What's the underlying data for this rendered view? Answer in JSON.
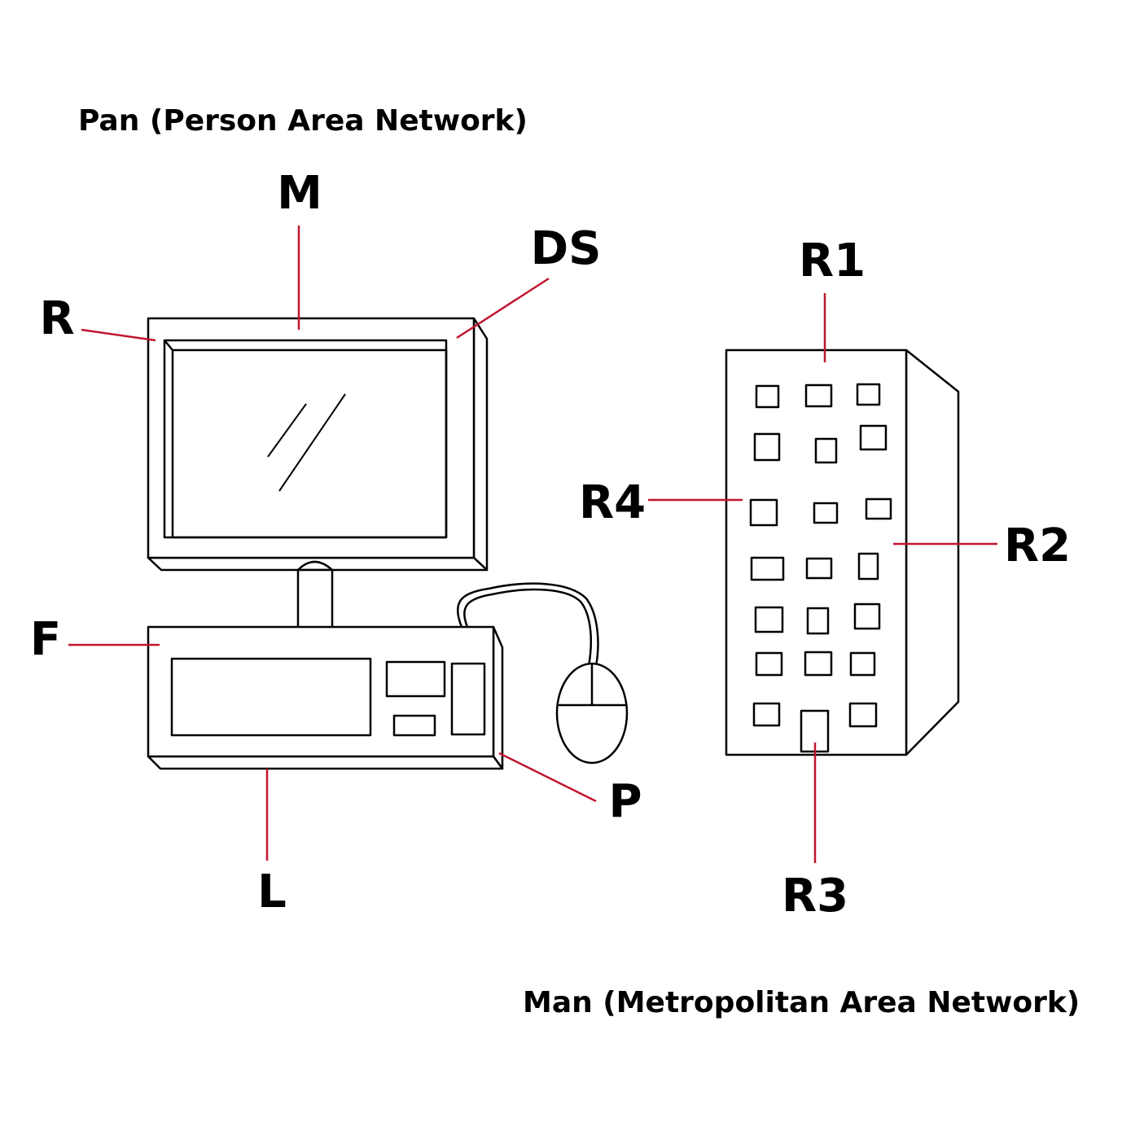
{
  "captions": {
    "pan": "Pan (Person Area Network)",
    "man": "Man (Metropolitan Area Network)"
  },
  "labels": {
    "m": "M",
    "ds": "DS",
    "r": "R",
    "f": "F",
    "l": "L",
    "p": "P",
    "r1": "R1",
    "r2": "R2",
    "r3": "R3",
    "r4": "R4"
  },
  "colors": {
    "leader": "#c0152f",
    "outline": "#000000",
    "background": "#ffffff"
  }
}
